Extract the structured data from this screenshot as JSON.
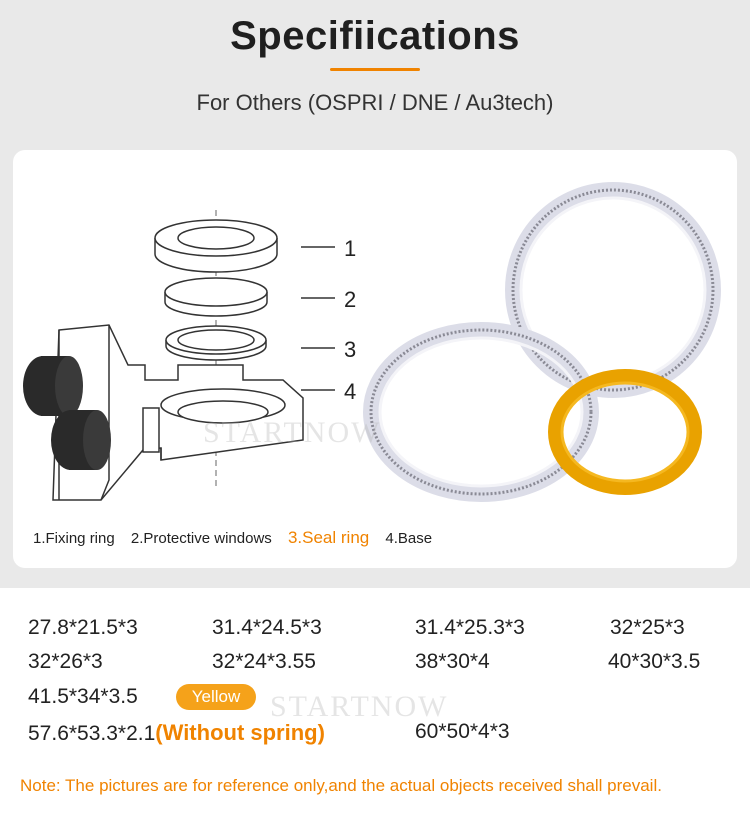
{
  "header": {
    "title": "Specifiications",
    "subtitle": "For Others (OSPRI / DNE / Au3tech)"
  },
  "diagram": {
    "callouts": [
      "1",
      "2",
      "3",
      "4"
    ],
    "legend": {
      "item1": "1.Fixing ring",
      "item2": "2.Protective windows",
      "item3": "3.Seal ring",
      "item4": "4.Base"
    },
    "watermark": "STARTNOW"
  },
  "specs": {
    "row1": [
      "27.8*21.5*3",
      "31.4*24.5*3",
      "31.4*25.3*3",
      "32*25*3"
    ],
    "row2": [
      "32*26*3",
      "32*24*3.55",
      "38*30*4",
      "40*30*3.5"
    ],
    "row3": {
      "size": "41.5*34*3.5",
      "badge": "Yellow"
    },
    "row4": {
      "size": "57.6*53.3*2.1",
      "note": "(Without spring)",
      "size2": "60*50*4*3"
    },
    "watermark": "STARTNOW"
  },
  "footer": {
    "note": "Note: The pictures are for reference only,and the actual objects received shall prevail."
  },
  "colors": {
    "accent": "#f08300",
    "badge": "#f5a21a",
    "band": "#e9e9e9"
  }
}
